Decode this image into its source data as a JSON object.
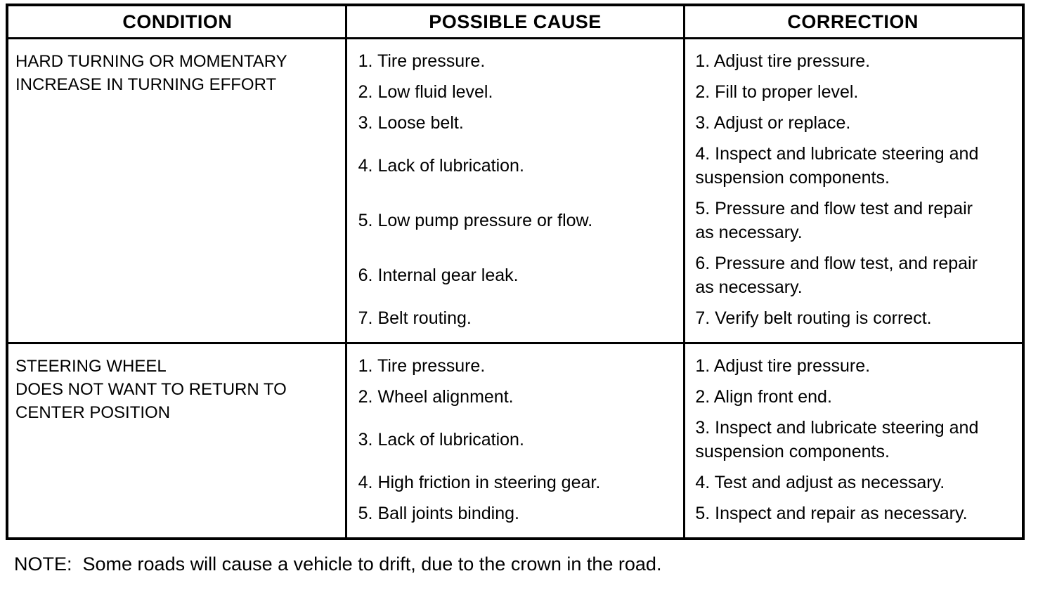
{
  "colors": {
    "background": "#ffffff",
    "text": "#000000",
    "border": "#000000"
  },
  "table": {
    "headers": [
      "CONDITION",
      "POSSIBLE CAUSE",
      "CORRECTION"
    ],
    "rows": [
      {
        "condition_lines": [
          "HARD TURNING OR MOMENTARY",
          "INCREASE IN TURNING EFFORT"
        ],
        "items": [
          {
            "cause": "1. Tire pressure.",
            "correction": "1. Adjust tire pressure."
          },
          {
            "cause": "2. Low fluid level.",
            "correction": "2. Fill to proper level."
          },
          {
            "cause": "3. Loose belt.",
            "correction": "3. Adjust or replace."
          },
          {
            "cause": "4. Lack of lubrication.",
            "correction": "4. Inspect and lubricate steering and suspension components."
          },
          {
            "cause": "5. Low pump pressure or flow.",
            "correction": "5. Pressure and flow test and repair as necessary."
          },
          {
            "cause": "6. Internal gear leak.",
            "correction": "6. Pressure and flow test, and repair as necessary."
          },
          {
            "cause": "7. Belt routing.",
            "correction": "7. Verify belt routing is correct."
          }
        ]
      },
      {
        "condition_lines": [
          "STEERING WHEEL",
          "DOES NOT WANT TO RETURN TO",
          "CENTER POSITION"
        ],
        "items": [
          {
            "cause": "1. Tire pressure.",
            "correction": "1. Adjust tire pressure."
          },
          {
            "cause": "2. Wheel alignment.",
            "correction": "2. Align front end."
          },
          {
            "cause": "3. Lack of lubrication.",
            "correction": "3. Inspect and lubricate steering and suspension components."
          },
          {
            "cause": "4. High friction in steering gear.",
            "correction": "4. Test and adjust as necessary."
          },
          {
            "cause": "5. Ball joints binding.",
            "correction": "5. Inspect and repair as necessary."
          }
        ]
      }
    ]
  },
  "note": "NOTE:  Some roads will cause a vehicle to drift, due to the crown in the road."
}
